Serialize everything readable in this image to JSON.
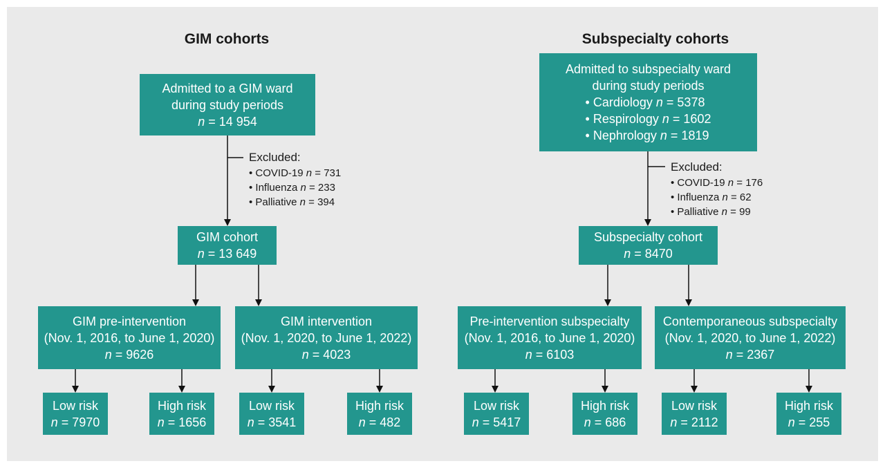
{
  "left": {
    "heading": "GIM cohorts",
    "top": {
      "l1": "Admitted to a GIM ward",
      "l2": "during study periods",
      "n": "n",
      "n_val": " = 14 954"
    },
    "excluded": {
      "title": "Excluded:",
      "items": [
        {
          "label": "• COVID-19 ",
          "n": "n",
          "val": " = 731"
        },
        {
          "label": "• Influenza ",
          "n": "n",
          "val": " = 233"
        },
        {
          "label": "• Palliative ",
          "n": "n",
          "val": " = 394"
        }
      ]
    },
    "cohort": {
      "l1": "GIM cohort",
      "n": "n",
      "n_val": " = 13 649"
    },
    "pre": {
      "l1": "GIM pre-intervention",
      "l2": "(Nov. 1, 2016, to June 1, 2020)",
      "n": "n",
      "n_val": " = 9626"
    },
    "int": {
      "l1": "GIM intervention",
      "l2": "(Nov. 1, 2020, to June 1, 2022)",
      "n": "n",
      "n_val": " = 4023"
    },
    "risks": [
      {
        "l1": "Low risk",
        "n": "n",
        "n_val": " = 7970"
      },
      {
        "l1": "High risk",
        "n": "n",
        "n_val": " = 1656"
      },
      {
        "l1": "Low risk",
        "n": "n",
        "n_val": " = 3541"
      },
      {
        "l1": "High risk",
        "n": "n",
        "n_val": " = 482"
      }
    ]
  },
  "right": {
    "heading": "Subspecialty cohorts",
    "top": {
      "l1": "Admitted to subspecialty ward",
      "l2": "during study periods",
      "items": [
        {
          "label": "• Cardiology ",
          "n": "n",
          "val": " = 5378"
        },
        {
          "label": "• Respirology ",
          "n": "n",
          "val": " = 1602"
        },
        {
          "label": "• Nephrology ",
          "n": "n",
          "val": " = 1819"
        }
      ]
    },
    "excluded": {
      "title": "Excluded:",
      "items": [
        {
          "label": "• COVID-19 ",
          "n": "n",
          "val": " = 176"
        },
        {
          "label": "• Influenza ",
          "n": "n",
          "val": " = 62"
        },
        {
          "label": "• Palliative ",
          "n": "n",
          "val": " = 99"
        }
      ]
    },
    "cohort": {
      "l1": "Subspecialty cohort",
      "n": "n",
      "n_val": " = 8470"
    },
    "pre": {
      "l1": "Pre-intervention subspecialty",
      "l2": "(Nov. 1, 2016, to June 1, 2020)",
      "n": "n",
      "n_val": " = 6103"
    },
    "int": {
      "l1": "Contemporaneous subspecialty",
      "l2": "(Nov. 1, 2020, to June 1, 2022)",
      "n": "n",
      "n_val": " = 2367"
    },
    "risks": [
      {
        "l1": "Low risk",
        "n": "n",
        "n_val": " = 5417"
      },
      {
        "l1": "High risk",
        "n": "n",
        "n_val": " = 686"
      },
      {
        "l1": "Low risk",
        "n": "n",
        "n_val": " = 2112"
      },
      {
        "l1": "High risk",
        "n": "n",
        "n_val": " = 255"
      }
    ]
  },
  "colors": {
    "box": "#23968e",
    "background": "#eaeaea",
    "line": "#111111"
  }
}
